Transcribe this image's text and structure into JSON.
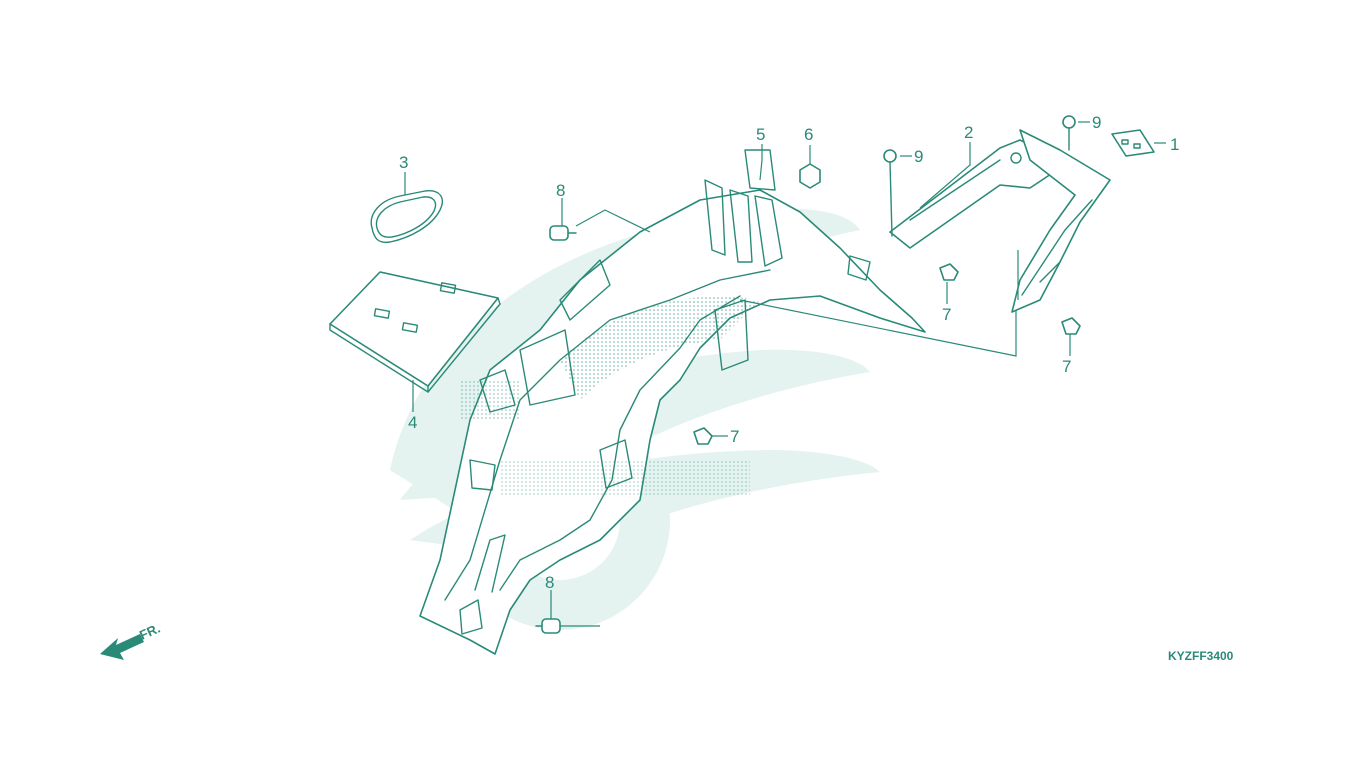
{
  "diagram_code": "KYZFF3400",
  "direction_label": "FR.",
  "callouts": [
    {
      "id": "c1",
      "label": "1"
    },
    {
      "id": "c2",
      "label": "2"
    },
    {
      "id": "c3",
      "label": "3"
    },
    {
      "id": "c4",
      "label": "4"
    },
    {
      "id": "c5",
      "label": "5"
    },
    {
      "id": "c6",
      "label": "6"
    },
    {
      "id": "c7a",
      "label": "7"
    },
    {
      "id": "c7b",
      "label": "7"
    },
    {
      "id": "c7c",
      "label": "7"
    },
    {
      "id": "c8a",
      "label": "8"
    },
    {
      "id": "c8b",
      "label": "8"
    },
    {
      "id": "c9a",
      "label": "9"
    },
    {
      "id": "c9b",
      "label": "9"
    }
  ],
  "colors": {
    "line": "#2a8a78",
    "watermark": "#e4f3ef",
    "background": "#ffffff"
  }
}
